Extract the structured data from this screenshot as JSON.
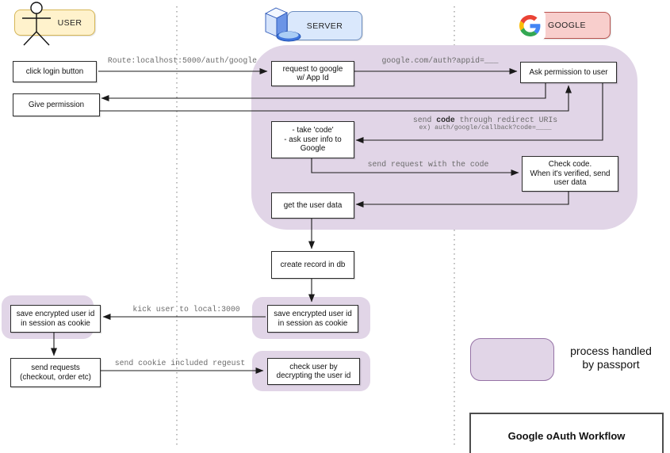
{
  "actors": {
    "user": {
      "label": "USER"
    },
    "server": {
      "label": "SERVER"
    },
    "google": {
      "label": "GOOGLE"
    }
  },
  "boxes": {
    "click_login": {
      "text": "click login button"
    },
    "give_permission": {
      "text": "Give permission"
    },
    "request_to_google": {
      "text": "request to google\nw/ App Id"
    },
    "ask_permission": {
      "text": "Ask permission to user"
    },
    "take_code": {
      "text": "- take 'code'\n- ask user info to\nGoogle"
    },
    "check_code": {
      "text": "Check code.\nWhen it's verified, send\nuser data"
    },
    "get_user_data": {
      "text": "get the user data"
    },
    "create_record": {
      "text": "create record in db"
    },
    "save_cookie_server": {
      "text": "save encrypted user id\nin session as cookie"
    },
    "save_cookie_user": {
      "text": "save encrypted user id\nin session as cookie"
    },
    "send_requests": {
      "text": "send requests\n(checkout, order etc)"
    },
    "check_user": {
      "text": "check user by\ndecrypting the user id"
    }
  },
  "arrow_labels": {
    "route": "Route:localhost:5000/auth/google",
    "google_auth": "google.com/auth?appid=___",
    "redirect_pre": "send ",
    "redirect_bold": "code",
    "redirect_post": " through redirect URIs",
    "redirect_example": "ex) auth/google/callback?code=____",
    "send_request_code": "send request with the code",
    "kick_user": "kick user to local:3000",
    "send_cookie": "send cookie included regeust"
  },
  "legend": {
    "swatch_label": "process handled\nby passport"
  },
  "title": "Google oAuth Workflow",
  "colors": {
    "purple": "#E1D5E7",
    "purple-border": "#9673A6",
    "yellow": "#FFF2CC",
    "yellow-border": "#D6B656",
    "blue": "#DAE8FC",
    "blue-border": "#6C8EBF",
    "red": "#F8CECC",
    "red-border": "#B85450"
  }
}
